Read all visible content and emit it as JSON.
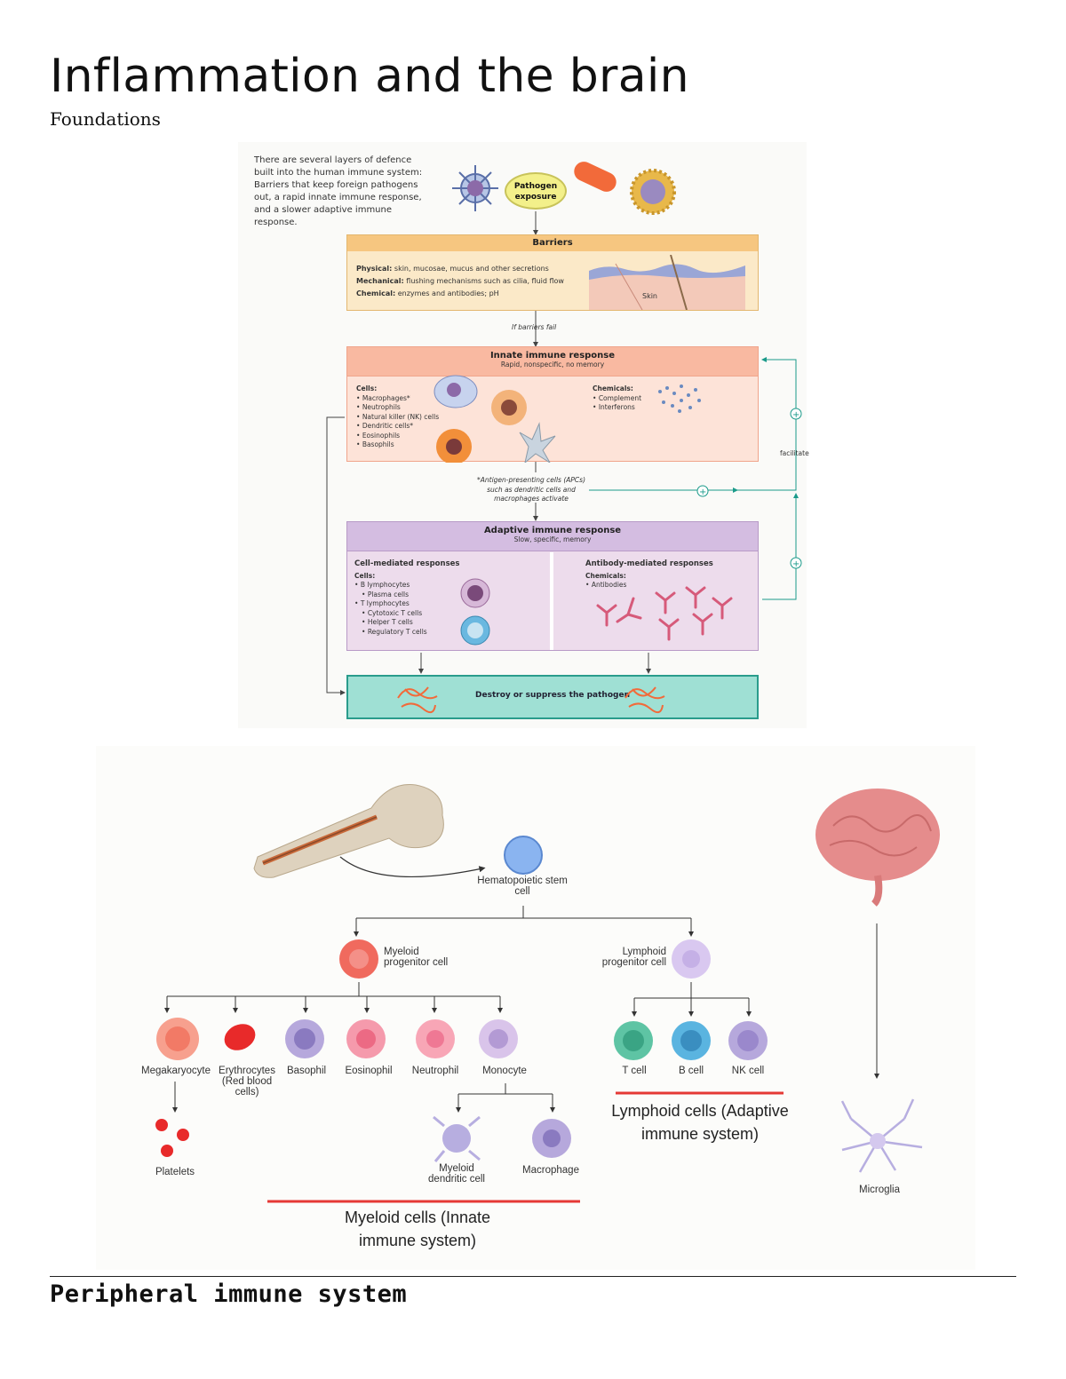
{
  "page": {
    "title": "Inflammation and the brain",
    "subtitle": "Foundations",
    "section_heading": "Peripheral immune system"
  },
  "figure1": {
    "intro": "There are several layers of defence built into the human immune system: Barriers that keep foreign pathogens out, a rapid innate immune response, and a slower adaptive immune response.",
    "pathogen_label": "Pathogen exposure",
    "barriers": {
      "title": "Barriers",
      "physical_label": "Physical:",
      "physical_text": "skin, mucosae, mucus and other secretions",
      "mechanical_label": "Mechanical:",
      "mechanical_text": "flushing mechanisms such as cilia, fluid flow",
      "chemical_label": "Chemical:",
      "chemical_text": "enzymes and antibodies; pH",
      "skin_label": "Skin"
    },
    "if_barriers_fail": "If barriers fail",
    "innate": {
      "title": "Innate immune response",
      "subtitle": "Rapid, nonspecific, no memory",
      "cells_label": "Cells:",
      "cells": [
        "Macrophages*",
        "Neutrophils",
        "Natural killer (NK) cells",
        "Dendritic cells*",
        "Eosinophils",
        "Basophils"
      ],
      "chemicals_label": "Chemicals:",
      "chemicals": [
        "Complement",
        "Interferons"
      ]
    },
    "apc_note": "*Antigen-presenting cells (APCs) such as dendritic cells and macrophages activate",
    "facilitate": "facilitate",
    "adaptive": {
      "title": "Adaptive immune response",
      "subtitle": "Slow, specific, memory",
      "cell_mediated_title": "Cell-mediated responses",
      "cells_label": "Cells:",
      "b_lymph": "B lymphocytes",
      "plasma": "Plasma cells",
      "t_lymph": "T lymphocytes",
      "cytotoxic": "Cytotoxic T cells",
      "helper": "Helper T cells",
      "regulatory": "Regulatory T cells",
      "antibody_title": "Antibody-mediated responses",
      "chemicals_label": "Chemicals:",
      "antibodies": "Antibodies"
    },
    "destroy": "Destroy or suppress the pathogen"
  },
  "figure2": {
    "hsc": "Hematopoietic stem cell",
    "myeloid_prog": "Myeloid progenitor cell",
    "lymphoid_prog": "Lymphoid progenitor cell",
    "myeloid_children": [
      "Megakaryocyte",
      "Erythrocytes (Red blood cells)",
      "Basophil",
      "Eosinophil",
      "Neutrophil",
      "Monocyte"
    ],
    "platelets": "Platelets",
    "monocyte_children": [
      "Myeloid dendritic cell",
      "Macrophage"
    ],
    "lymphoid_children": [
      "T cell",
      "B cell",
      "NK cell"
    ],
    "myeloid_group": "Myeloid cells (Innate immune system)",
    "lymphoid_group": "Lymphoid cells (Adaptive immune system)",
    "microglia": "Microglia",
    "colors": {
      "red_line": "#e53935",
      "stem": "#8ab4f0",
      "myeloid": "#f06a5e",
      "lymphoid": "#d9c8f0"
    }
  }
}
